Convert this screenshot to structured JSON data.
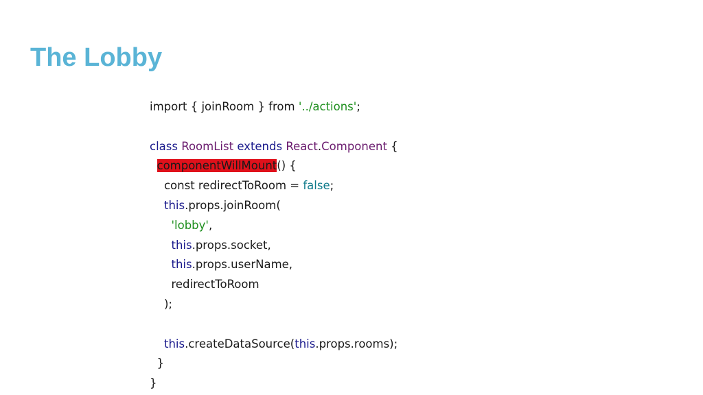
{
  "slide": {
    "title": "The Lobby"
  },
  "code": {
    "line1": {
      "a": "import { joinRoom } from ",
      "b": "'../actions'",
      "c": ";"
    },
    "line3": {
      "a": "class ",
      "b": "RoomList",
      "c": " ",
      "d": "extends",
      "e": " ",
      "f": "React",
      "g": ".",
      "h": "Component",
      "i": " {"
    },
    "line4": {
      "a": "  ",
      "b": "componentWillMount",
      "c": "() {"
    },
    "line5": {
      "a": "    const redirectToRoom = ",
      "b": "false",
      "c": ";"
    },
    "line6": {
      "a": "    ",
      "b": "this",
      "c": ".props.joinRoom("
    },
    "line7": {
      "a": "      ",
      "b": "'lobby'",
      "c": ","
    },
    "line8": {
      "a": "      ",
      "b": "this",
      "c": ".props.socket,"
    },
    "line9": {
      "a": "      ",
      "b": "this",
      "c": ".props.userName,"
    },
    "line10": {
      "a": "      redirectToRoom"
    },
    "line11": {
      "a": "    );"
    },
    "line13": {
      "a": "    ",
      "b": "this",
      "c": ".createDataSource(",
      "d": "this",
      "e": ".props.rooms);"
    },
    "line14": {
      "a": "  }"
    },
    "line15": {
      "a": "}"
    }
  },
  "colors": {
    "title": "#5ab4d6",
    "keyword": "#1a1a8c",
    "class_name": "#6a1b6e",
    "string": "#1e8f1e",
    "highlight": "#e0111b"
  }
}
